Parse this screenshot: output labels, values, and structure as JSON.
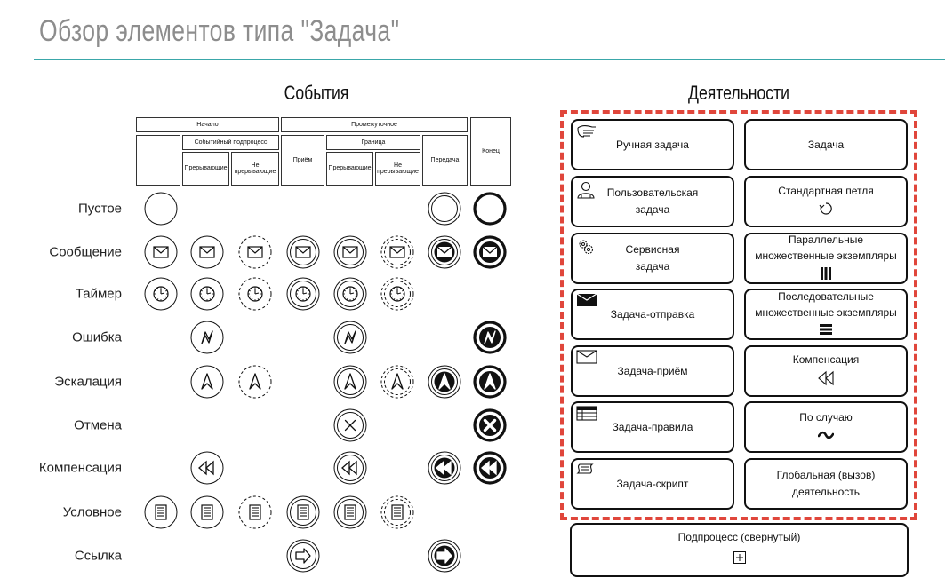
{
  "title": "Обзор элементов типа \"Задача\"",
  "events": {
    "title": "События",
    "headers": {
      "start": "Начало",
      "intermediate": "Промежуточное",
      "end": "Конец",
      "event_subprocess": "Событийный подпроцесс",
      "boundary": "Граница",
      "interrupting_1": "Прерывающие",
      "non_interrupting_1": "Не прерывающие",
      "catch": "Приём",
      "interrupting_2": "Прерывающие",
      "non_interrupting_2": "Не прерывающие",
      "throw": "Передача"
    },
    "rows": [
      {
        "label": "Пустое",
        "type": "none",
        "cells": [
          "start",
          "",
          "",
          "",
          "",
          "",
          "throw",
          "end"
        ]
      },
      {
        "label": "Сообщение",
        "type": "message",
        "cells": [
          "start",
          "start",
          "start-dashed",
          "inter",
          "inter",
          "inter-dashed",
          "throw-filled",
          "end-filled"
        ]
      },
      {
        "label": "Таймер",
        "type": "timer",
        "cells": [
          "start",
          "start",
          "start-dashed",
          "inter",
          "inter",
          "inter-dashed",
          "",
          ""
        ]
      },
      {
        "label": "Ошибка",
        "type": "error",
        "cells": [
          "",
          "start",
          "",
          "",
          "inter",
          "",
          "",
          "end-filled"
        ]
      },
      {
        "label": "Эскалация",
        "type": "escalation",
        "cells": [
          "",
          "start",
          "start-dashed",
          "",
          "inter",
          "inter-dashed",
          "throw-filled",
          "end-filled"
        ]
      },
      {
        "label": "Отмена",
        "type": "cancel",
        "cells": [
          "",
          "",
          "",
          "",
          "inter",
          "",
          "",
          "end-filled"
        ]
      },
      {
        "label": "Компенсация",
        "type": "compensation",
        "cells": [
          "",
          "start",
          "",
          "",
          "inter",
          "",
          "throw-filled",
          "end-filled"
        ]
      },
      {
        "label": "Условное",
        "type": "conditional",
        "cells": [
          "start",
          "start",
          "start-dashed",
          "inter",
          "inter",
          "inter-dashed",
          "",
          ""
        ]
      },
      {
        "label": "Ссылка",
        "type": "link",
        "cells": [
          "",
          "",
          "",
          "inter",
          "",
          "",
          "throw-filled",
          ""
        ]
      }
    ]
  },
  "activities": {
    "title": "Деятельности",
    "tasks": [
      {
        "lines": [
          "Ручная задача"
        ],
        "icon": "hand-icon",
        "marker": ""
      },
      {
        "lines": [
          "Задача"
        ],
        "icon": "",
        "marker": ""
      },
      {
        "lines": [
          "Пользовательская",
          "задача"
        ],
        "icon": "user-icon",
        "marker": ""
      },
      {
        "lines": [
          "Стандартная петля"
        ],
        "icon": "",
        "marker": "loop-icon"
      },
      {
        "lines": [
          "Сервисная",
          "задача"
        ],
        "icon": "gears-icon",
        "marker": ""
      },
      {
        "lines": [
          "Параллельные",
          "множественные экземпляры"
        ],
        "icon": "",
        "marker": "parallel-mi-icon"
      },
      {
        "lines": [
          "Задача-отправка"
        ],
        "icon": "send-envelope-icon",
        "marker": ""
      },
      {
        "lines": [
          "Последовательные",
          "множественные экземпляры"
        ],
        "icon": "",
        "marker": "sequential-mi-icon"
      },
      {
        "lines": [
          "Задача-приём"
        ],
        "icon": "receive-envelope-icon",
        "marker": ""
      },
      {
        "lines": [
          "Компенсация"
        ],
        "icon": "",
        "marker": "compensation-icon"
      },
      {
        "lines": [
          "Задача-правила"
        ],
        "icon": "table-icon",
        "marker": ""
      },
      {
        "lines": [
          "По случаю"
        ],
        "icon": "",
        "marker": "adhoc-icon"
      },
      {
        "lines": [
          "Задача-скрипт"
        ],
        "icon": "script-icon",
        "marker": ""
      },
      {
        "lines": [
          "Глобальная (вызов)",
          "деятельность"
        ],
        "icon": "",
        "marker": ""
      }
    ],
    "subprocess": {
      "label": "Подпроцесс (свернутый)",
      "marker": "plus-icon"
    },
    "highlight_color": "#e0463b"
  },
  "accent_color": "#3aa7a9"
}
